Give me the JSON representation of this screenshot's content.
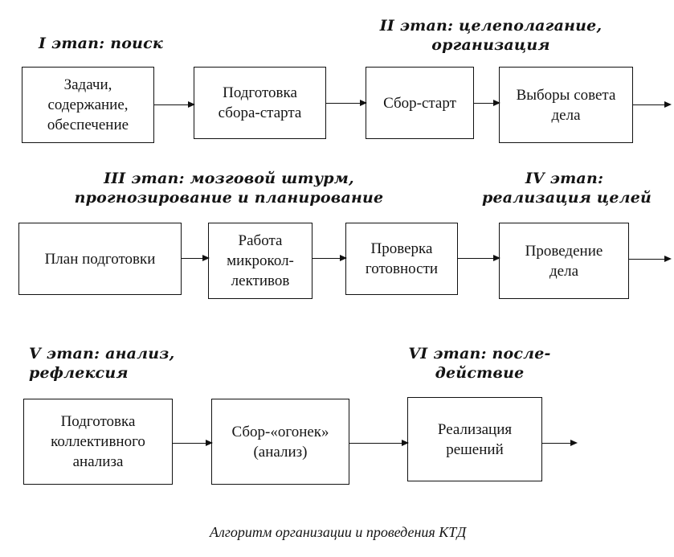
{
  "stages": {
    "s1": "I этап: поиск",
    "s2": "II этап: целеполагание,\nорганизация",
    "s3": "III этап: мозговой штурм,\nпрогнозирование и планирование",
    "s4": "IV этап:\nреализация целей",
    "s5": "V этап: анализ,\nрефлексия",
    "s6": "VI этап: после-\nдействие"
  },
  "boxes": {
    "b1": "Задачи,\nсодержание,\nобеспечение",
    "b2": "Подготовка\nсбора-старта",
    "b3": "Сбор-старт",
    "b4": "Выборы совета\nдела",
    "b5": "План подготовки",
    "b6": "Работа\nмикрокол-\nлективов",
    "b7": "Проверка\nготовности",
    "b8": "Проведение\nдела",
    "b9": "Подготовка\nколлективного\nанализа",
    "b10": "Сбор-«огонек»\n(анализ)",
    "b11": "Реализация\nрешений"
  },
  "caption": "Алгоритм организации и проведения КТД"
}
